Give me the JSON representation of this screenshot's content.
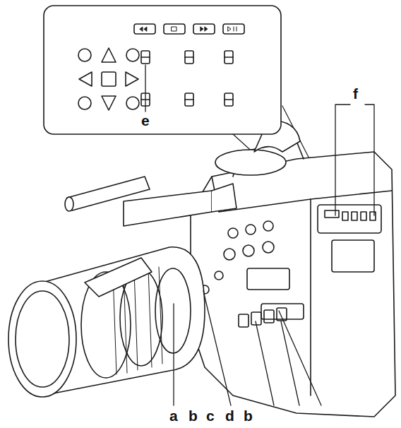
{
  "diagram": {
    "labels": [
      "e",
      "f",
      "a",
      "b",
      "c",
      "d",
      "b"
    ]
  }
}
